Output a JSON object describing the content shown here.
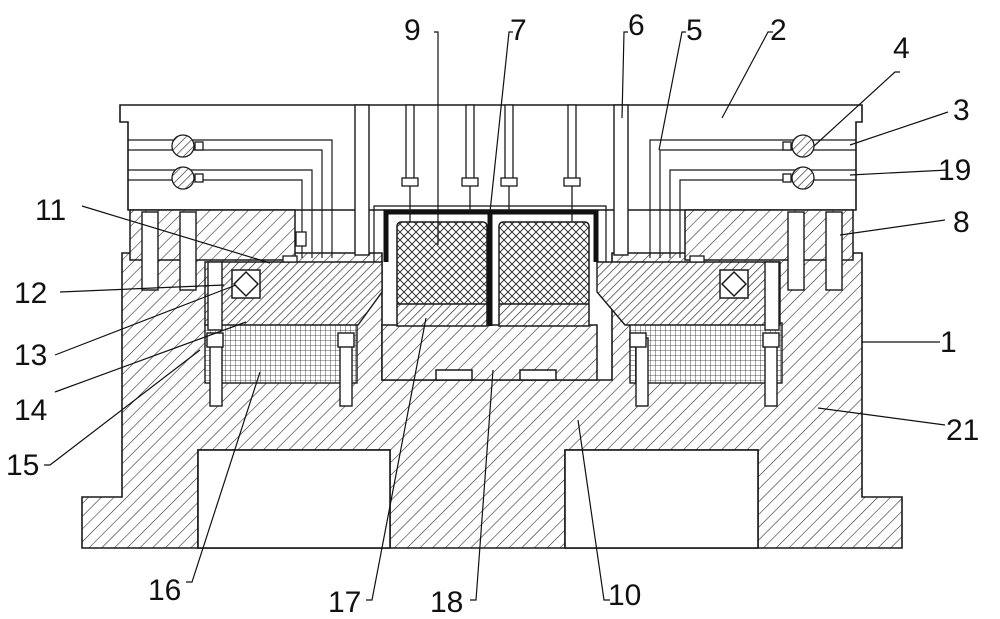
{
  "figure": {
    "background": "#ffffff",
    "line_color": "#1a1a1a",
    "labels": [
      {
        "id": "L9",
        "text": "9"
      },
      {
        "id": "L7",
        "text": "7"
      },
      {
        "id": "L6",
        "text": "6"
      },
      {
        "id": "L5",
        "text": "5"
      },
      {
        "id": "L2",
        "text": "2"
      },
      {
        "id": "L4",
        "text": "4"
      },
      {
        "id": "L3",
        "text": "3"
      },
      {
        "id": "L19",
        "text": "19"
      },
      {
        "id": "L11",
        "text": "11"
      },
      {
        "id": "L8",
        "text": "8"
      },
      {
        "id": "L12",
        "text": "12"
      },
      {
        "id": "L13",
        "text": "13"
      },
      {
        "id": "L1",
        "text": "1"
      },
      {
        "id": "L14",
        "text": "14"
      },
      {
        "id": "L21",
        "text": "21"
      },
      {
        "id": "L15",
        "text": "15"
      },
      {
        "id": "L16",
        "text": "16"
      },
      {
        "id": "L17",
        "text": "17"
      },
      {
        "id": "L18",
        "text": "18"
      },
      {
        "id": "L10",
        "text": "10"
      }
    ]
  }
}
